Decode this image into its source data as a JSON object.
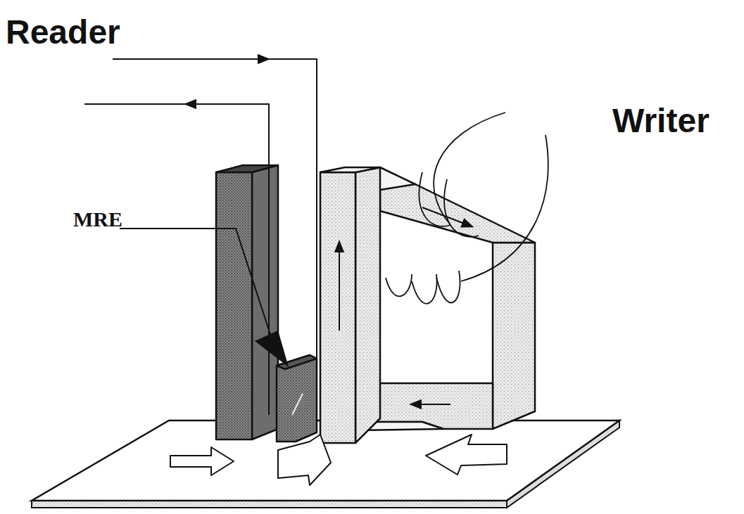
{
  "diagram": {
    "labels": [
      "Reader",
      "Writer",
      "MRE"
    ]
  }
}
